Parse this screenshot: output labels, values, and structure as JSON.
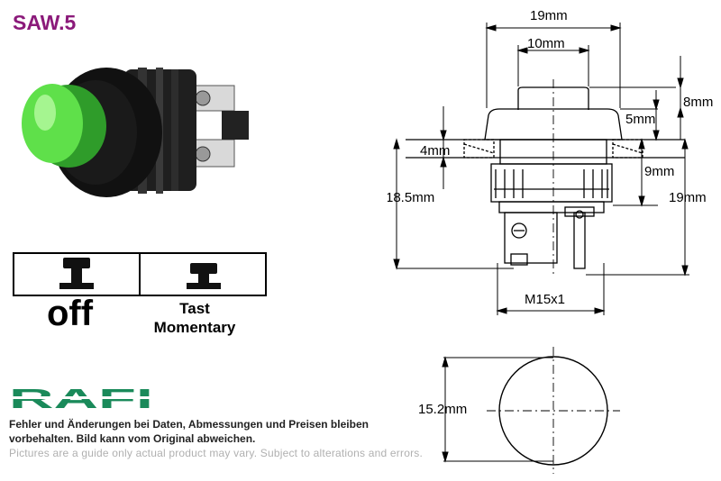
{
  "title": "SAW.5",
  "modes": [
    {
      "label": "off",
      "icon": "button-off-icon"
    },
    {
      "label": "Tast\nMomentary",
      "icon": "button-momentary-icon"
    }
  ],
  "logo_text": "RAFI",
  "brand_color": "#1a8a5a",
  "title_color": "#8b1a7a",
  "notes": {
    "de": "Fehler und Änderungen bei Daten, Abmessungen und Preisen bleiben vorbehalten. Bild kann vom Original abweichen.",
    "en": "Pictures are a guide only actual product may vary. Subject to alterations and errors."
  },
  "dimensions": {
    "overall_width": "19mm",
    "cap_width": "10mm",
    "cap_height": "8mm",
    "bezel_height": "5mm",
    "panel_thickness": "4mm",
    "body_height_9": "9mm",
    "total_height": "18.5mm",
    "height_19": "19mm",
    "thread": "M15x1",
    "front_diameter": "15.2mm"
  }
}
